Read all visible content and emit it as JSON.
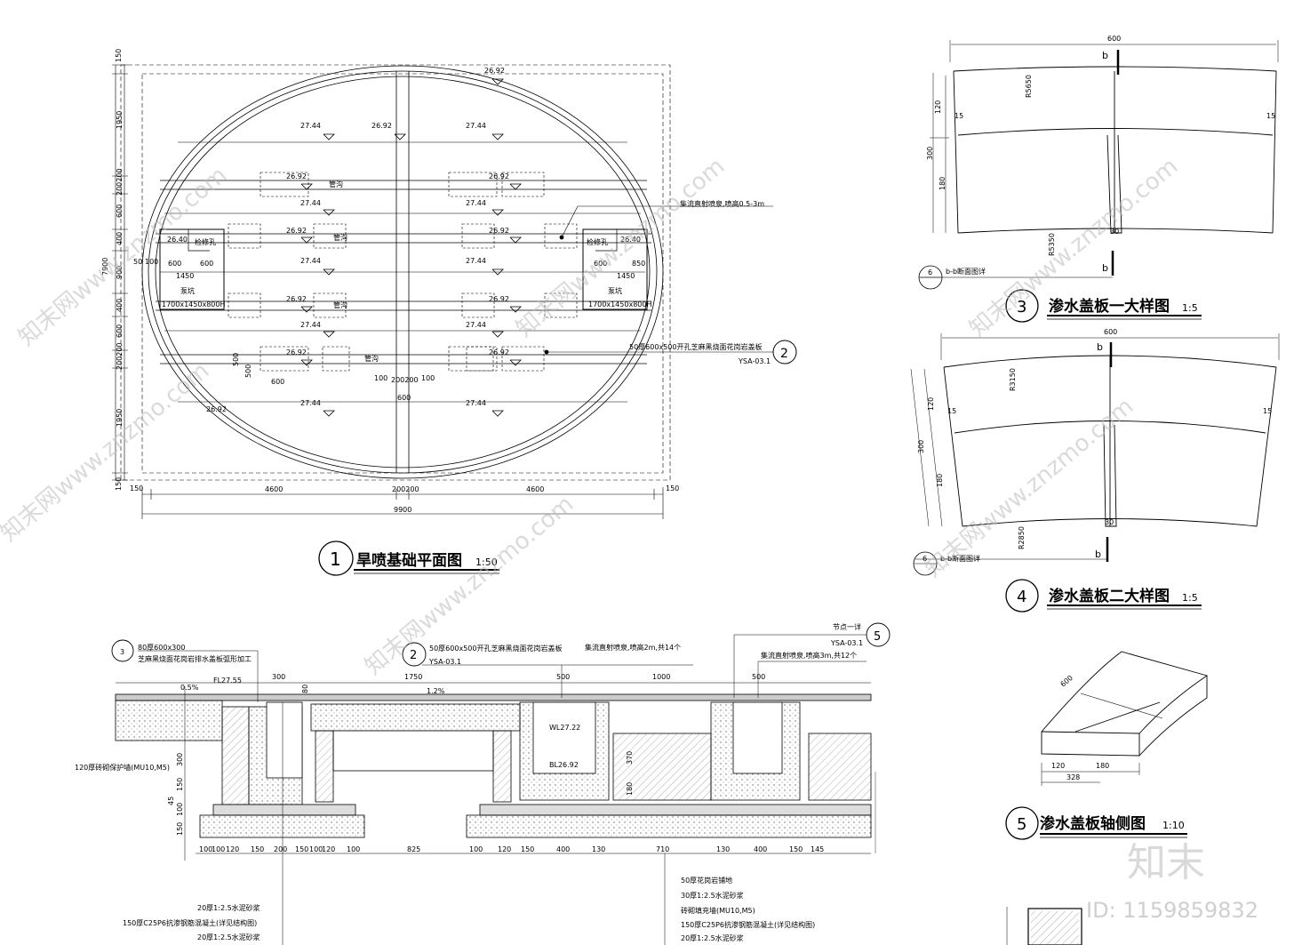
{
  "titles": [
    {
      "num": "1",
      "text": "旱喷基础平面图",
      "scale": "1:50"
    },
    {
      "num": "3",
      "text": "渗水盖板一大样图",
      "scale": "1:5"
    },
    {
      "num": "4",
      "text": "渗水盖板二大样图",
      "scale": "1:5"
    },
    {
      "num": "5",
      "text": "渗水盖板轴侧图",
      "scale": "1:10"
    }
  ],
  "plan": {
    "elev_outer": "26.92",
    "elev_a": "27.44",
    "elev_b": "26.92",
    "elev_c": "26.40",
    "pipe": "管沟",
    "access": "检修孔",
    "pit": "泵坑",
    "pit_size": "1700x1450x800H",
    "jet_note": "集流直射喷泉,喷高0.5-3m",
    "cover_note": "50厚600x500开孔芝麻黑烧面花岗岩盖板",
    "cover_ref": "YSA-03.1",
    "callout": "2",
    "dims_bottom": [
      "150",
      "4600",
      "200200",
      "4600",
      "150"
    ],
    "dim_total": "9900",
    "dims_left": [
      "150",
      "1950",
      "200200",
      "600",
      "400",
      "900",
      "400",
      "600",
      "200200",
      "1950",
      "150"
    ],
    "dim_height": "7900",
    "dims_inner": [
      "600",
      "600",
      "1450",
      "600",
      "850",
      "1450",
      "50",
      "100",
      "600",
      "100",
      "200200",
      "100",
      "600",
      "500",
      "500"
    ]
  },
  "detail3": {
    "top": "600",
    "r1": "R5650",
    "r2": "R5350",
    "d120": "120",
    "d180": "180",
    "d300": "300",
    "d15": "15",
    "d30": "30",
    "b": "b",
    "ref_num": "6",
    "ref_text": "b-b断面图详"
  },
  "detail4": {
    "top": "600",
    "r1": "R3150",
    "r2": "R2850",
    "d120": "120",
    "d180": "180",
    "d300": "300",
    "d15": "15",
    "d30": "30",
    "b": "b",
    "ref_num": "6",
    "ref_text": "b-b断面图详"
  },
  "axon": {
    "d600": "600",
    "d120": "120",
    "d180": "180",
    "d328": "328"
  },
  "section": {
    "n3": "3",
    "n3a": "80厚600x300",
    "n3b": "芝麻黑烧面花岗岩排水盖板弧形加工",
    "n2": "2",
    "n2a": "50厚600x500开孔芝麻黑烧面花岗岩盖板",
    "n2b": "YSA-03.1",
    "jet1": "集流直射喷泉,喷高2m,共14个",
    "n5": "5",
    "node": "节点一详",
    "node_ref": "YSA-03.1",
    "jet2": "集流直射喷泉,喷高3m,共12个",
    "fl": "FL27.55",
    "slope1": "0.5%",
    "slope2": "1.2%",
    "wl": "WL27.22",
    "bl": "BL26.92",
    "d300": "300",
    "d1750": "1750",
    "d500a": "500",
    "d1000": "1000",
    "d500b": "500",
    "d80": "80",
    "wall": "120厚砖砌保护墙(MU10,M5)",
    "v300": "300",
    "v150": "150",
    "v45": "45",
    "v100": "100",
    "v150b": "150",
    "v370": "370",
    "v180": "180",
    "bottom_dims": [
      "100",
      "100",
      "120",
      "150",
      "200",
      "150",
      "100",
      "120",
      "100",
      "825",
      "100",
      "120",
      "150",
      "400",
      "130",
      "710",
      "130",
      "400",
      "150",
      "145"
    ],
    "layers_left": [
      "20厚1:2.5水泥砂浆",
      "150厚C25P6抗渗钢筋混凝土(详见结构图)",
      "20厚1:2.5水泥砂浆"
    ],
    "layers_right": [
      "50厚花岗岩铺地",
      "30厚1:2.5水泥砂浆",
      "砖砌填充墙(MU10,M5)",
      "150厚C25P6抗渗钢筋混凝土(详见结构图)",
      "20厚1:2.5水泥砂浆"
    ]
  },
  "watermark": {
    "text": "知末网www.znzmo.com",
    "brand": "知末",
    "id": "ID: 1159859832"
  }
}
